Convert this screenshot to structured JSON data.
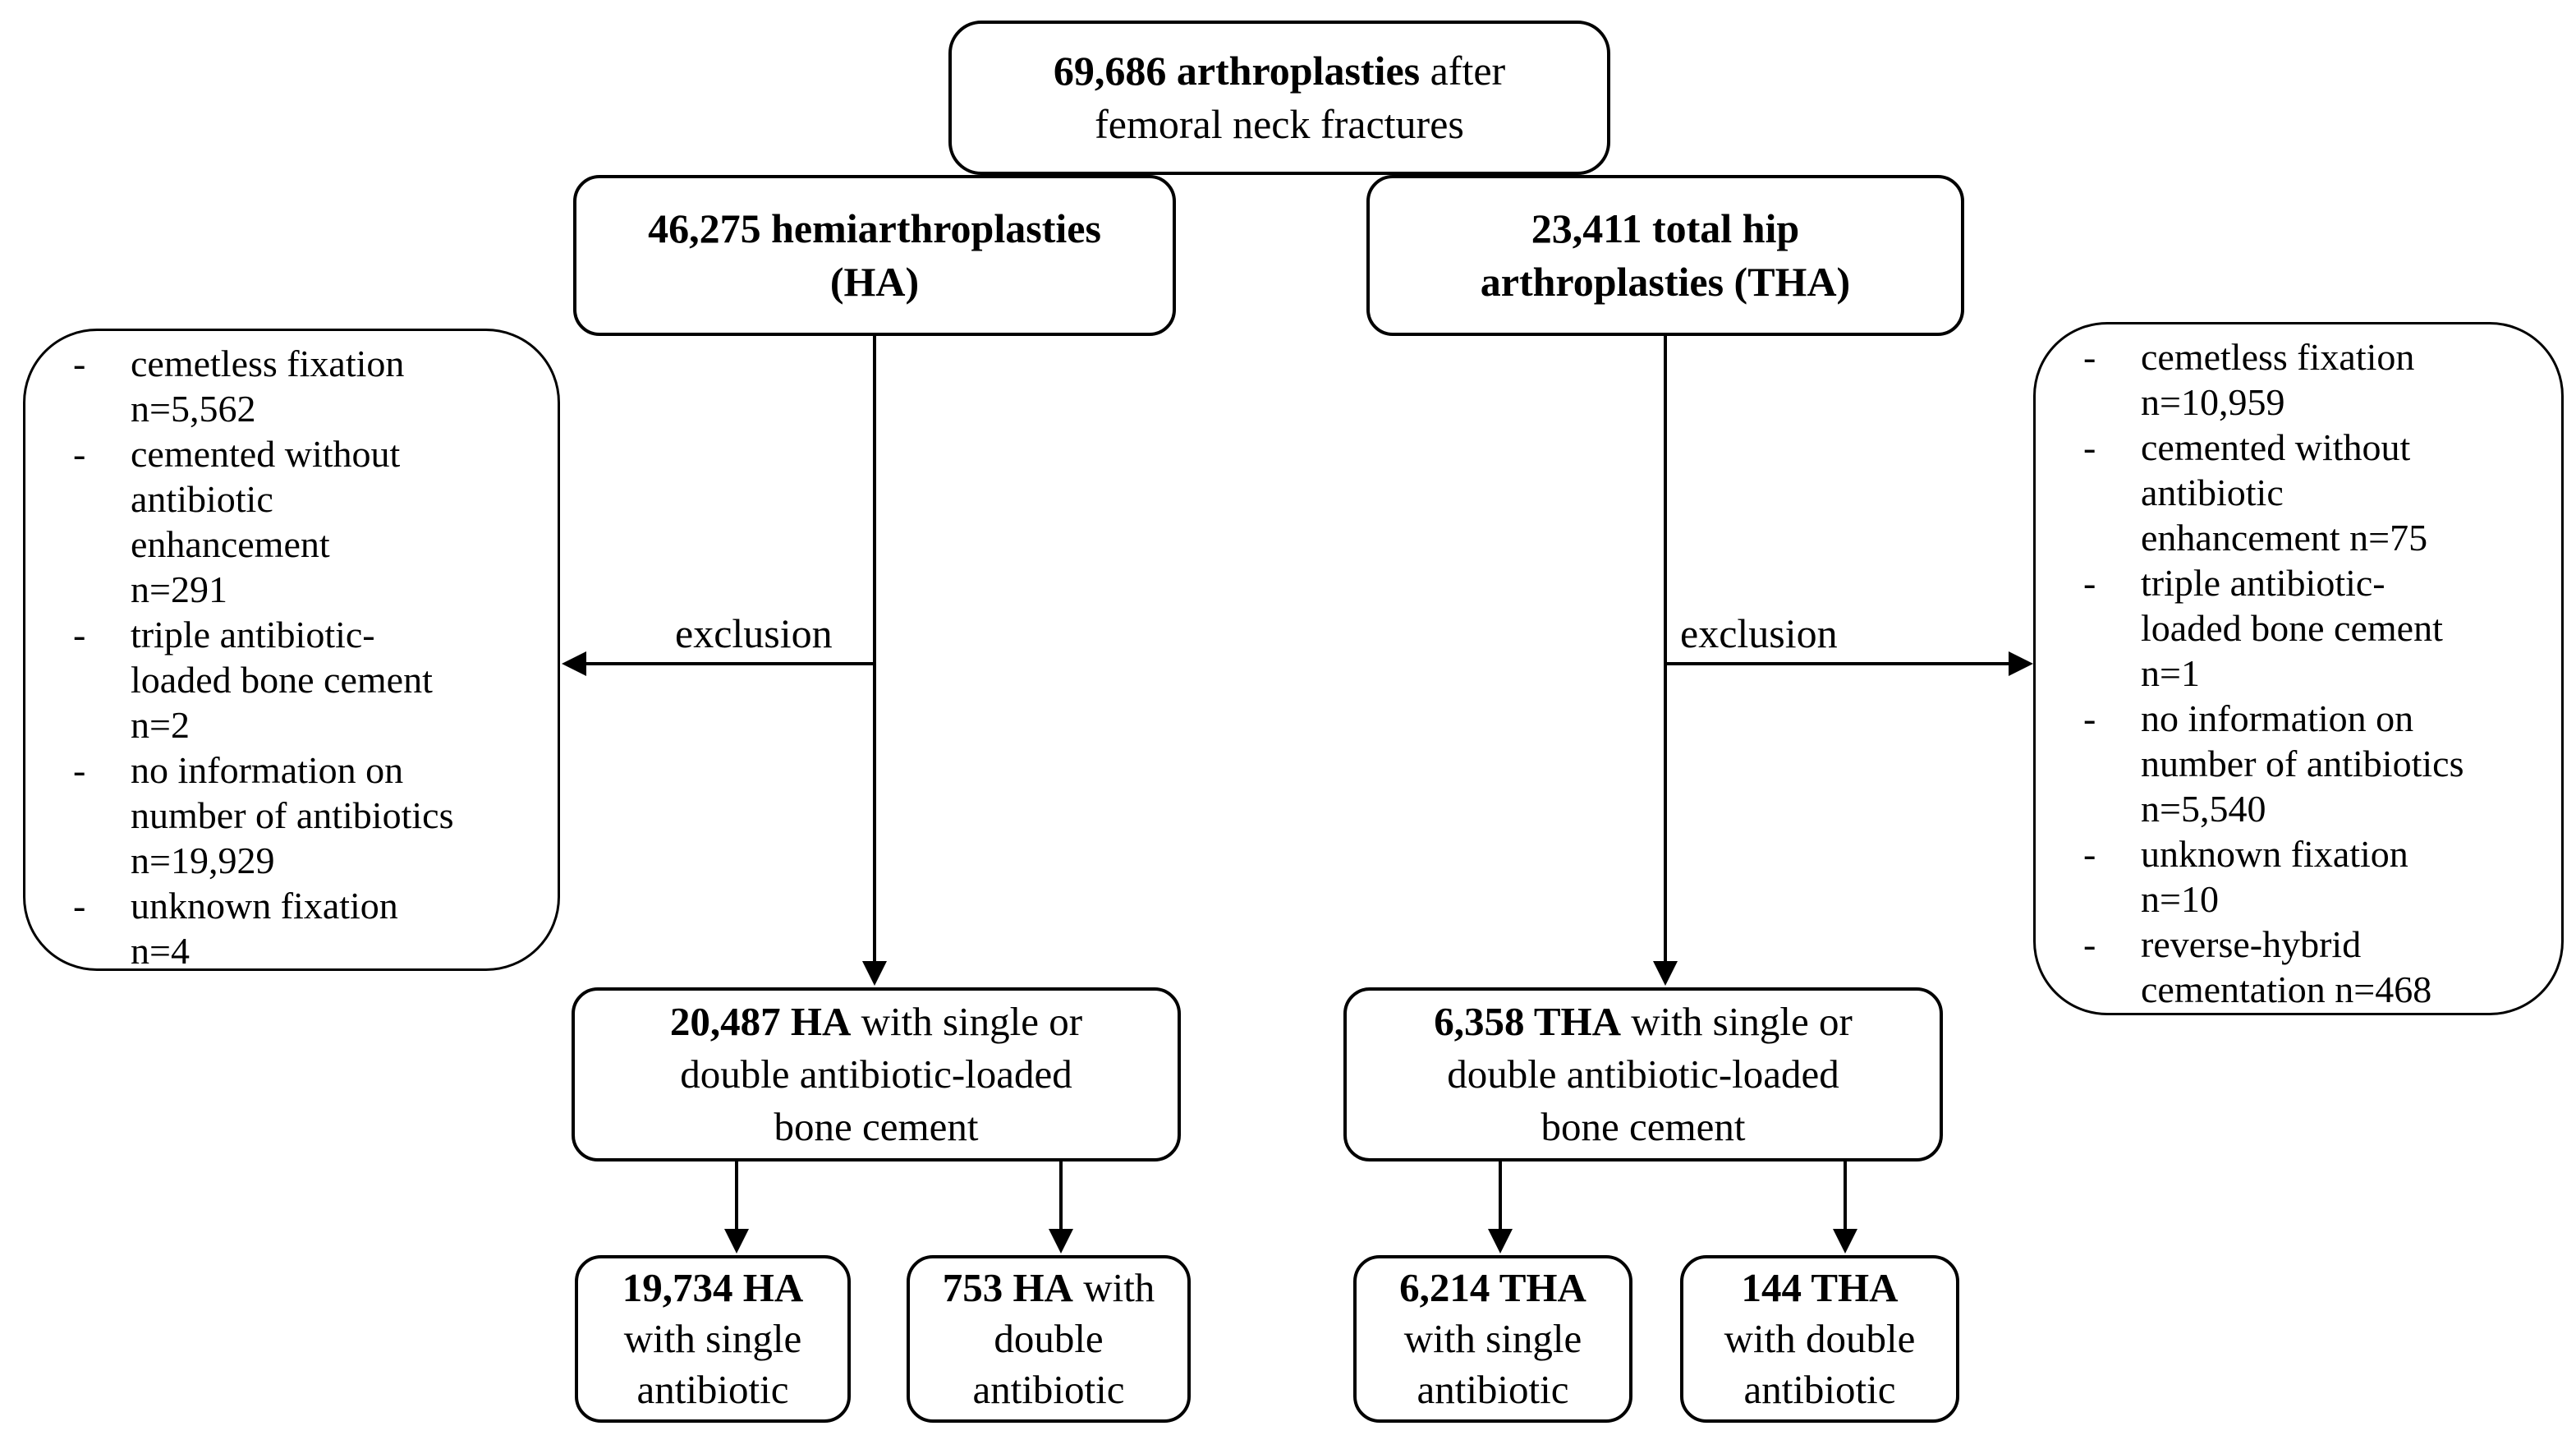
{
  "diagram": {
    "background_color": "#ffffff",
    "line_color": "#000000",
    "bullet": "-",
    "nodes": {
      "total": {
        "lines": [
          {
            "bold": "69,686 arthroplasties",
            "normal": " after"
          },
          {
            "normal": "femoral neck fractures"
          }
        ]
      },
      "ha": {
        "lines": [
          {
            "bold": "46,275 hemiarthroplasties"
          },
          {
            "bold": "(HA)"
          }
        ]
      },
      "tha": {
        "lines": [
          {
            "bold": "23,411 total hip"
          },
          {
            "bold": "arthroplasties (THA)"
          }
        ]
      },
      "ha_included": {
        "lines": [
          {
            "bold": "20,487 HA",
            "normal": " with single or"
          },
          {
            "normal": "double antibiotic-loaded"
          },
          {
            "normal": "bone cement"
          }
        ]
      },
      "tha_included": {
        "lines": [
          {
            "bold": "6,358 THA",
            "normal": " with single or"
          },
          {
            "normal": "double antibiotic-loaded"
          },
          {
            "normal": "bone cement"
          }
        ]
      },
      "ha_single": {
        "lines": [
          {
            "bold": "19,734 HA"
          },
          {
            "normal": "with single"
          },
          {
            "normal": "antibiotic"
          }
        ]
      },
      "ha_double": {
        "lines": [
          {
            "bold": "753 HA",
            "normal": " with"
          },
          {
            "normal": "double"
          },
          {
            "normal": "antibiotic"
          }
        ]
      },
      "tha_single": {
        "lines": [
          {
            "bold": "6,214 THA"
          },
          {
            "normal": "with single"
          },
          {
            "normal": "antibiotic"
          }
        ]
      },
      "tha_double": {
        "lines": [
          {
            "bold": "144 THA"
          },
          {
            "normal": "with double"
          },
          {
            "normal": "antibiotic"
          }
        ]
      }
    },
    "exclusion_ha": {
      "label": "exclusion",
      "items": [
        [
          "cemetless fixation",
          "n=5,562"
        ],
        [
          "cemented without",
          "antibiotic",
          "enhancement",
          "n=291"
        ],
        [
          "triple antibiotic-",
          "loaded bone cement",
          "n=2"
        ],
        [
          "no information on",
          "number of antibiotics",
          "n=19,929"
        ],
        [
          "unknown fixation",
          "n=4"
        ]
      ]
    },
    "exclusion_tha": {
      "label": "exclusion",
      "items": [
        [
          "cemetless fixation",
          "n=10,959"
        ],
        [
          "cemented without",
          "antibiotic",
          "enhancement  n=75"
        ],
        [
          "triple antibiotic-",
          "loaded bone cement",
          "n=1"
        ],
        [
          "no information on",
          "number of antibiotics",
          "n=5,540"
        ],
        [
          "unknown fixation",
          "n=10"
        ],
        [
          "reverse-hybrid",
          "cementation n=468"
        ]
      ]
    }
  }
}
